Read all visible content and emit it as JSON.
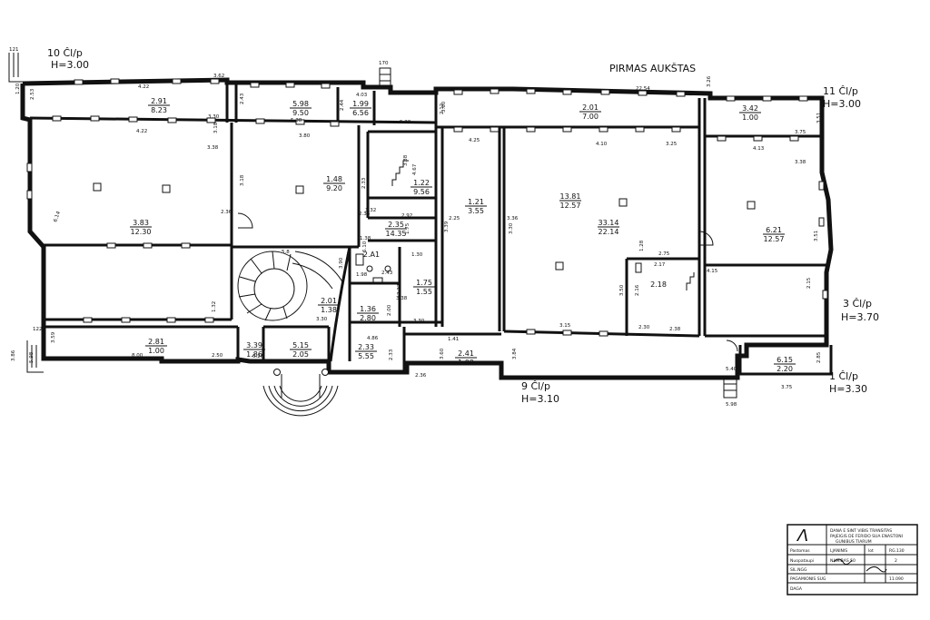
{
  "plan_title": "PIRMAS AUKŠTAS",
  "entrances": [
    {
      "label": "10 Ĉl/p",
      "height": "H=3.00"
    },
    {
      "label": "11 Ĉl/p",
      "height": "H=3.00"
    },
    {
      "label": "3 Ĉl/p",
      "height": "H=3.70"
    },
    {
      "label": "9 Ĉl/p",
      "height": "H=3.10"
    },
    {
      "label": "1 Ĉl/p",
      "height": "H=3.30"
    }
  ],
  "rooms": [
    {
      "num": "2.91",
      "area": "8.23"
    },
    {
      "num": "5.98",
      "area": "9.50"
    },
    {
      "num": "1.99",
      "area": "6.56"
    },
    {
      "num": "2.01",
      "area": "7.00"
    },
    {
      "num": "3.42",
      "area": "1.00"
    },
    {
      "num": "3.83",
      "area": "12.30"
    },
    {
      "num": "1.48",
      "area": "9.20"
    },
    {
      "num": "1.22",
      "area": "9.56"
    },
    {
      "num": "2.35",
      "area": "14.35"
    },
    {
      "num": "1.21",
      "area": "3.55"
    },
    {
      "num": "13.81",
      "area": "12.57"
    },
    {
      "num": "33.14",
      "area": "22.14"
    },
    {
      "num": "6.21",
      "area": "12.57"
    },
    {
      "num": "2.01",
      "area": "1.38"
    },
    {
      "num": "1.36",
      "area": "2.80"
    },
    {
      "num": "1.75",
      "area": "1.55"
    },
    {
      "num": "2.18",
      "area": ""
    },
    {
      "num": "2.81",
      "area": "1.00"
    },
    {
      "num": "3.39",
      "area": "1.86"
    },
    {
      "num": "5.15",
      "area": "2.05"
    },
    {
      "num": "2.33",
      "area": "5.55"
    },
    {
      "num": "2.41",
      "area": "1.09"
    },
    {
      "num": "6.15",
      "area": "2.20"
    },
    {
      "num": "2.A1",
      "area": ""
    }
  ],
  "dimensions": [
    "121",
    "170",
    "1.20",
    "2.53",
    "3.62",
    "22.54",
    "4.22",
    "3.30",
    "2.43",
    "5.38",
    "2.44",
    "4.03",
    "2.12",
    "5.38",
    "3.26",
    "3.51",
    "4.22",
    "3.38",
    "3.80",
    "4.25",
    "4.10",
    "3.25",
    "4.13",
    "3.75",
    "3.38",
    "3.18",
    "3.18",
    "2.33",
    "3.38",
    "3.32",
    "3.60",
    "6.14",
    "2.36",
    "2.36",
    "2.92",
    "4.67",
    "2.25",
    "3.39",
    "3.36",
    "3.30",
    "1.75",
    "3.38",
    "5.8",
    "1.38",
    "3.90",
    "6.10",
    "1.98",
    "2.43",
    "1.30",
    "3.33",
    "3.30",
    "2.00",
    "3.30",
    "2.16",
    "1.28",
    "2.75",
    "2.17",
    "4.15",
    "3.50",
    "2.30",
    "2.38",
    "3.15",
    "2.15",
    "3.51",
    "1.32",
    "122",
    "3.59",
    "8.00",
    "2.50",
    "0.26",
    "4.86",
    "2.33",
    "1.41",
    "3.84",
    "3.60",
    "5.40",
    "2.85",
    "3.75",
    "5.98",
    "2.36",
    "5.98",
    "3.86"
  ],
  "title_block": {
    "logo": "Λ",
    "header_lines": [
      "DANA E SINT VIBIS TRANSITAS",
      "PAJEIGIS DE FERIDO SUA ENASTONI",
      "GUNIBUS TIARUM"
    ],
    "rows": [
      [
        "Pastomas",
        "LJANINIS",
        "lot",
        "RG.130"
      ],
      [
        "Nuopataupi",
        "NAMIBAS 50",
        "",
        "2"
      ],
      [
        "SIL.NGG",
        "",
        "",
        ""
      ],
      [
        "PAGAMIONIS SUG",
        "",
        "",
        "11.090"
      ],
      [
        "DAGA",
        "",
        "",
        ""
      ]
    ]
  }
}
